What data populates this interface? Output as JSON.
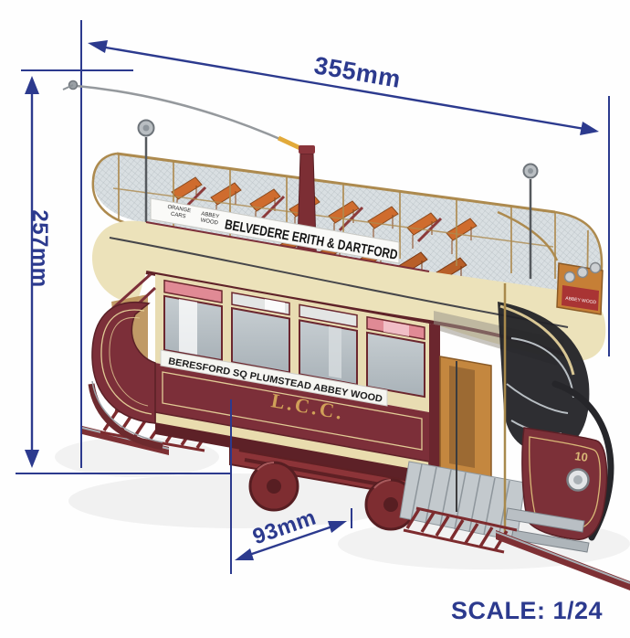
{
  "annotations": {
    "width": "355mm",
    "height": "257mm",
    "gauge": "93mm",
    "scale": "SCALE: 1/24",
    "color": "#2c3a8e"
  },
  "tram": {
    "destination_small_1a": "ORANGE",
    "destination_small_1b": "CARS",
    "destination_small_2a": "ABBEY",
    "destination_small_2b": "WOOD",
    "destination_main": "BELVEDERE ERITH & DARTFORD",
    "route_banner": "BERESFORD SQ PLUMSTEAD ABBEY WOOD",
    "operator_initials": "L.C.C.",
    "front_plate": "ABBEY WOOD",
    "car_number": "10"
  },
  "colors": {
    "annotation_navy": "#2c3a8e",
    "body_cream": "#ece2ba",
    "body_maroon": "#7c2f39",
    "seat_orange": "#cf6c2e",
    "gold_lining": "#d9b877",
    "mesh_grey": "#d3dadd",
    "track_red": "#7e3034"
  }
}
